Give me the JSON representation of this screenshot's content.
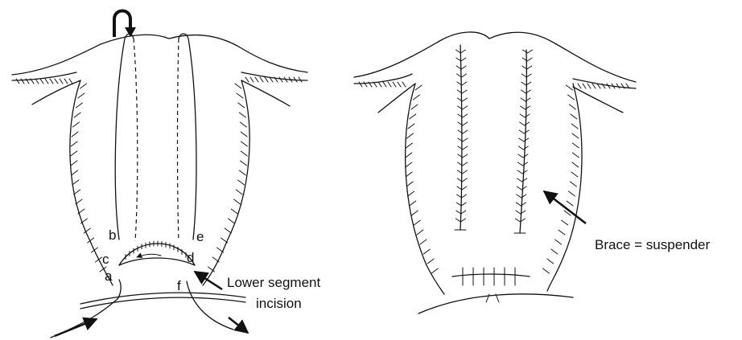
{
  "left_figure": {
    "point_labels": {
      "a": "a",
      "b": "b",
      "c": "c",
      "d": "d",
      "e": "e",
      "f": "f"
    },
    "annotation_line1": "Lower segment",
    "annotation_line2": "incision"
  },
  "right_figure": {
    "annotation": "Brace = suspender"
  }
}
